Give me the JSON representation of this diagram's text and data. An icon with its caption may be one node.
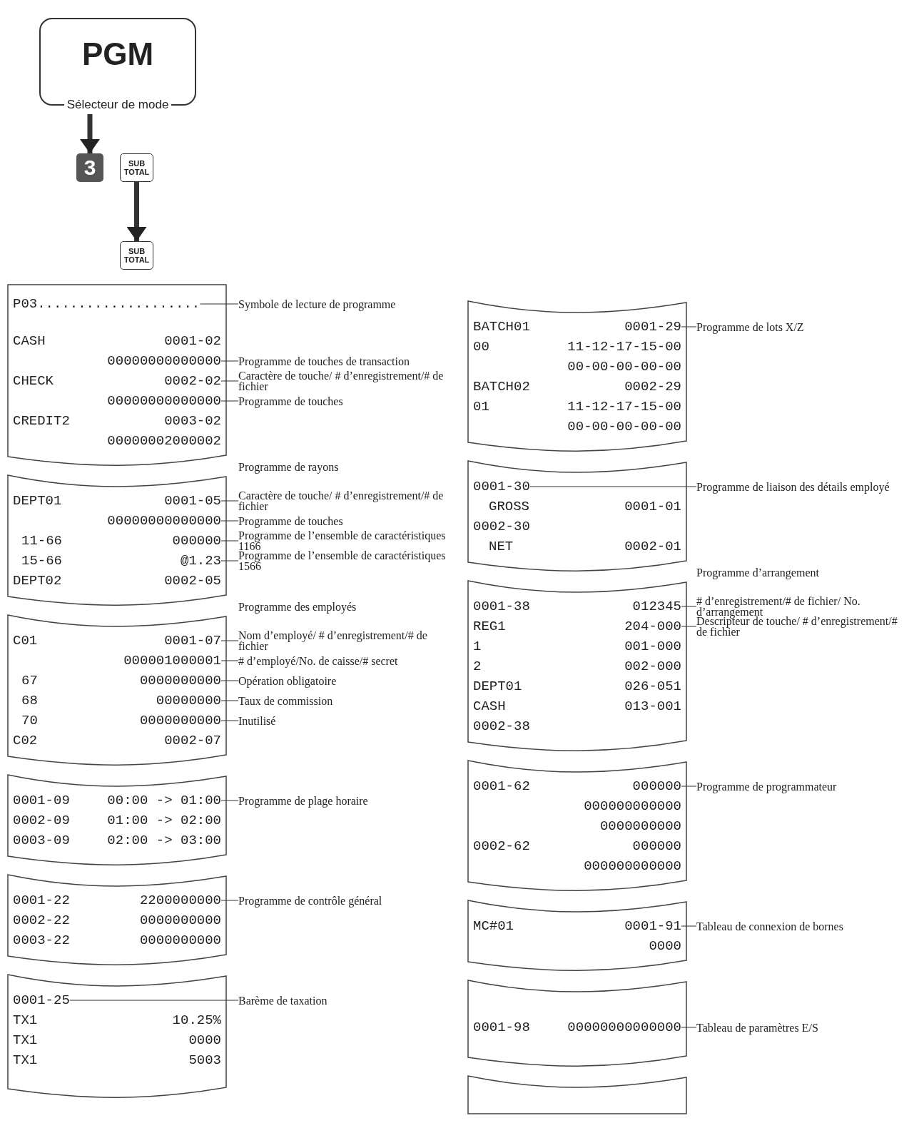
{
  "diagram": {
    "nodes": [
      {
        "text": [
          "PGM",
          "Sélecteur de mode"
        ]
      },
      {
        "text": [
          "3"
        ]
      },
      {
        "text": [
          "SUB TOTAL"
        ]
      },
      {
        "text": [
          "SUB TOTAL"
        ]
      },
      {
        "text": [],
        "shape": "box"
      },
      {
        "text": [
          "P03...................."
        ],
        "in": 4
      },
      {
        "text": [
          "CASH",
          "0001-02"
        ],
        "in": 4
      },
      {
        "text": [
          "00000000000000"
        ],
        "in": 4
      },
      {
        "text": [
          "CHECK",
          "0002-02"
        ],
        "in": 4
      },
      {
        "text": [
          "00000000000000"
        ],
        "in": 4
      },
      {
        "text": [
          "CREDIT2",
          "0003-02"
        ],
        "in": 4
      },
      {
        "text": [
          "00000002000002"
        ],
        "in": 4
      },
      {
        "text": [
          "Symbole de lecture de programme"
        ]
      },
      {
        "text": [
          "Programme de touches de transaction"
        ]
      },
      {
        "text": [
          "Caractère de touche/ # d’enregistrement/# de fichier"
        ]
      },
      {
        "text": [
          "Programme de touches"
        ]
      },
      {
        "text": [],
        "shape": "box"
      },
      {
        "text": [
          "DEPT01",
          "0001-05"
        ],
        "in": 16
      },
      {
        "text": [
          "00000000000000"
        ],
        "in": 16
      },
      {
        "text": [
          "11-66",
          "000000"
        ],
        "in": 16
      },
      {
        "text": [
          "15-66",
          "@1.23"
        ],
        "in": 16
      },
      {
        "text": [
          "DEPT02",
          "0002-05"
        ],
        "in": 16
      },
      {
        "text": [
          "Caractère de touche/ # d’enregistrement/# de fichier"
        ]
      },
      {
        "text": [
          "Programme de touches"
        ]
      },
      {
        "text": [
          "Programme de l’ensemble de caractéristiques 1166"
        ]
      },
      {
        "text": [
          "Programme de l’ensemble de caractéristiques 1566"
        ]
      },
      {
        "text": [],
        "shape": "box"
      },
      {
        "text": [
          "C01",
          "0001-07"
        ],
        "in": 26
      },
      {
        "text": [
          "000001000001"
        ],
        "in": 26
      },
      {
        "text": [
          "67",
          "0000000000"
        ],
        "in": 26
      },
      {
        "text": [
          "68",
          "00000000"
        ],
        "in": 26
      },
      {
        "text": [
          "70",
          "0000000000"
        ],
        "in": 26
      },
      {
        "text": [
          "C02",
          "0002-07"
        ],
        "in": 26
      },
      {
        "text": [
          "Nom d’employé/ # d’enregistrement/# de fichier"
        ]
      },
      {
        "text": [
          "# d’employé/No. de caisse/# secret"
        ]
      },
      {
        "text": [
          "Opération obligatoire"
        ]
      },
      {
        "text": [
          "Taux de commission"
        ]
      },
      {
        "text": [
          "Inutilisé"
        ]
      },
      {
        "text": [],
        "shape": "box"
      },
      {
        "text": [
          "0001-09",
          "00:00 -> 01:00"
        ],
        "in": 38
      },
      {
        "text": [
          "0002-09",
          "01:00 -> 02:00"
        ],
        "in": 38
      },
      {
        "text": [
          "0003-09",
          "02:00 -> 03:00"
        ],
        "in": 38
      },
      {
        "text": [
          "Programme de plage horaire"
        ]
      },
      {
        "text": [],
        "shape": "box"
      },
      {
        "text": [
          "0001-22",
          "2200000000"
        ],
        "in": 43
      },
      {
        "text": [
          "0002-22",
          "0000000000"
        ],
        "in": 43
      },
      {
        "text": [
          "0003-22",
          "0000000000"
        ],
        "in": 43
      },
      {
        "text": [
          "Programme de contrôle général"
        ]
      },
      {
        "text": [],
        "shape": "box"
      },
      {
        "text": [
          "0001-25"
        ],
        "in": 48
      },
      {
        "text": [
          "TX1",
          "10.25%"
        ],
        "in": 48
      },
      {
        "text": [
          "TX1",
          "0000"
        ],
        "in": 48
      },
      {
        "text": [
          "TX1",
          "5003"
        ],
        "in": 48
      },
      {
        "text": [
          "Barème de taxation"
        ]
      },
      {
        "text": [],
        "shape": "box"
      },
      {
        "text": [
          "BATCH01",
          "0001-29"
        ],
        "in": 54
      },
      {
        "text": [
          "00",
          "11-12-17-15-00"
        ],
        "in": 54
      },
      {
        "text": [
          "00-00-00-00-00"
        ],
        "in": 54
      },
      {
        "text": [
          "BATCH02",
          "0002-29"
        ],
        "in": 54
      },
      {
        "text": [
          "01",
          "11-12-17-15-00"
        ],
        "in": 54
      },
      {
        "text": [
          "00-00-00-00-00"
        ],
        "in": 54
      },
      {
        "text": [
          "Programme de lots X/Z"
        ]
      },
      {
        "text": [],
        "shape": "box"
      },
      {
        "text": [
          "0001-30"
        ],
        "in": 62
      },
      {
        "text": [
          "GROSS",
          "0001-01"
        ],
        "in": 62
      },
      {
        "text": [
          "0002-30"
        ],
        "in": 62
      },
      {
        "text": [
          "NET",
          "0002-01"
        ],
        "in": 62
      },
      {
        "text": [
          "Programme de liaison des détails employé"
        ]
      },
      {
        "text": [],
        "shape": "box"
      },
      {
        "text": [
          "0001-38",
          "012345"
        ],
        "in": 68
      },
      {
        "text": [
          "REG1",
          "204-000"
        ],
        "in": 68
      },
      {
        "text": [
          "1",
          "001-000"
        ],
        "in": 68
      },
      {
        "text": [
          "2",
          "002-000"
        ],
        "in": 68
      },
      {
        "text": [
          "DEPT01",
          "026-051"
        ],
        "in": 68
      },
      {
        "text": [
          "CASH",
          "013-001"
        ],
        "in": 68
      },
      {
        "text": [
          "0002-38"
        ],
        "in": 68
      },
      {
        "text": [
          "# d’enregistrement/# de fichier/ No. d’arrangement"
        ]
      },
      {
        "text": [
          "Descripteur de touche/ # d’enregistrement/# de fichier"
        ]
      },
      {
        "text": [],
        "shape": "box"
      },
      {
        "text": [
          "0001-62",
          "000000"
        ],
        "in": 78
      },
      {
        "text": [
          "000000000000"
        ],
        "in": 78
      },
      {
        "text": [
          "0000000000"
        ],
        "in": 78
      },
      {
        "text": [
          "0002-62",
          "000000"
        ],
        "in": 78
      },
      {
        "text": [
          "000000000000"
        ],
        "in": 78
      },
      {
        "text": [
          "Programme de programmateur"
        ]
      },
      {
        "text": [],
        "shape": "box"
      },
      {
        "text": [
          "MC#01",
          "0001-91"
        ],
        "in": 85
      },
      {
        "text": [
          "0000"
        ],
        "in": 85
      },
      {
        "text": [
          "Tableau de connexion de bornes"
        ]
      },
      {
        "text": [],
        "shape": "box"
      },
      {
        "text": [
          "0001-98",
          "00000000000000"
        ],
        "in": 89
      },
      {
        "text": [
          "Tableau de paramètres E/S"
        ]
      },
      {
        "text": [],
        "shape": "box"
      }
    ],
    "edges": [
      {
        "from": 0,
        "to": 1,
        "arrow": "to",
        "style": "thick"
      },
      {
        "from": 2,
        "to": 3,
        "arrow": "to",
        "style": "thick"
      },
      {
        "from": 12,
        "to": 5,
        "arrow": "none"
      },
      {
        "from": 13,
        "to": 7,
        "arrow": "none"
      },
      {
        "from": 14,
        "to": 8,
        "arrow": "none"
      },
      {
        "from": 15,
        "to": 9,
        "arrow": "none"
      },
      {
        "from": 22,
        "to": 17,
        "arrow": "none"
      },
      {
        "from": 23,
        "to": 18,
        "arrow": "none"
      },
      {
        "from": 24,
        "to": 19,
        "arrow": "none"
      },
      {
        "from": 25,
        "to": 20,
        "arrow": "none"
      },
      {
        "from": 33,
        "to": 27,
        "arrow": "none"
      },
      {
        "from": 34,
        "to": 28,
        "arrow": "none"
      },
      {
        "from": 35,
        "to": 29,
        "arrow": "none"
      },
      {
        "from": 36,
        "to": 30,
        "arrow": "none"
      },
      {
        "from": 37,
        "to": 31,
        "arrow": "none"
      },
      {
        "from": 42,
        "to": 39,
        "arrow": "none"
      },
      {
        "from": 47,
        "to": 44,
        "arrow": "none"
      },
      {
        "from": 53,
        "to": 49,
        "arrow": "none"
      },
      {
        "from": 61,
        "to": 55,
        "arrow": "none"
      },
      {
        "from": 67,
        "to": 63,
        "arrow": "none"
      },
      {
        "from": 76,
        "to": 69,
        "arrow": "none"
      },
      {
        "from": 77,
        "to": 70,
        "arrow": "none"
      },
      {
        "from": 84,
        "to": 79,
        "arrow": "none"
      },
      {
        "from": 88,
        "to": 86,
        "arrow": "none"
      },
      {
        "from": 91,
        "to": 90,
        "arrow": "none"
      }
    ],
    "labels": [
      "Programme de rayons",
      "Programme des employés",
      "Programme d’arrangement"
    ]
  }
}
